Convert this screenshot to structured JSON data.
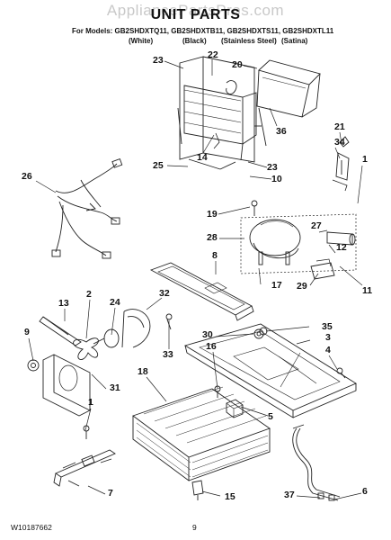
{
  "watermark": "AppliancePartsPros.com",
  "title": "UNIT PARTS",
  "models_line": "For Models: GB2SHDXTQ11, GB2SHDXTB11, GB2SHDXTS11, GB2SHDXTL11",
  "variants": [
    "(White)",
    "(Black)",
    "(Stainless Steel)",
    "(Satina)"
  ],
  "callouts": [
    "22",
    "23",
    "20",
    "21",
    "34",
    "36",
    "14",
    "25",
    "23",
    "10",
    "1",
    "26",
    "19",
    "28",
    "27",
    "12",
    "8",
    "17",
    "29",
    "11",
    "13",
    "2",
    "24",
    "32",
    "9",
    "33",
    "30",
    "35",
    "3",
    "16",
    "4",
    "31",
    "18",
    "5",
    "1",
    "6",
    "37",
    "7",
    "15"
  ],
  "footer": {
    "doc_number": "W10187662",
    "page": "9"
  }
}
